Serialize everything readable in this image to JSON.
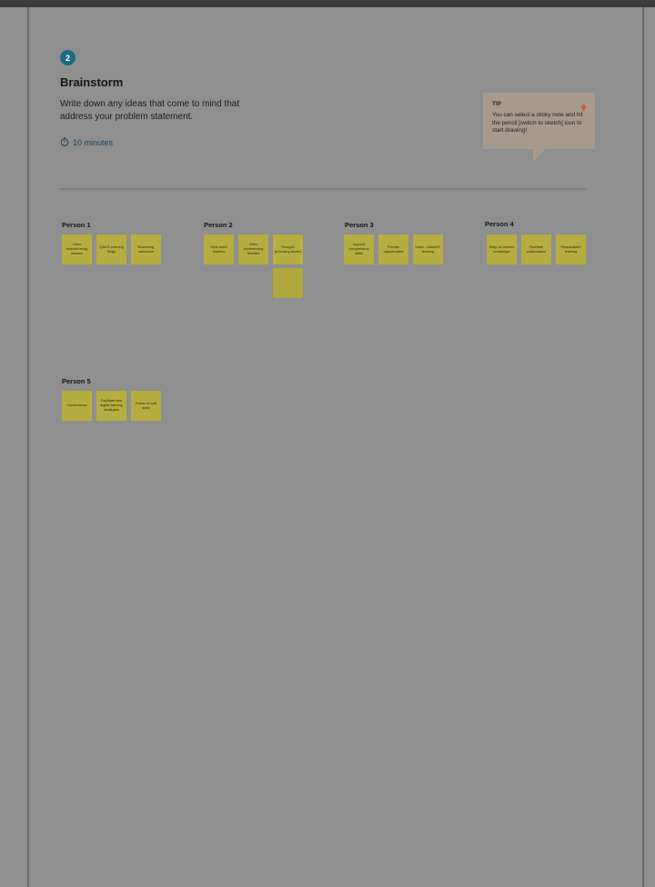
{
  "section": {
    "step_number": "2",
    "title": "Brainstorm",
    "subtitle": "Write down any ideas that come to mind that address your problem statement.",
    "timer": "10 minutes"
  },
  "tip": {
    "title": "TIP",
    "text": "You can select a sticky note and hit the pencil [switch to sketch] icon to start drawing!"
  },
  "persons": [
    {
      "label": "Person 1",
      "notes": [
        "Video brainstorming session",
        "Q&A E-learning blogs",
        "Branching scenarios"
      ]
    },
    {
      "label": "Person 2",
      "notes": [
        "Real world rhythms",
        "Video conferencing debates",
        "Thought-provoking stories",
        ""
      ]
    },
    {
      "label": "Person 3",
      "notes": [
        "Improve interpersonal skills",
        "Provide opportunities",
        "Video - based E-learning"
      ]
    },
    {
      "label": "Person 4",
      "notes": [
        "Deep on student knowledge",
        "Facilitate collaboration",
        "Personalized learning"
      ]
    },
    {
      "label": "Person 5",
      "notes": [
        "Convenience",
        "Facilitate new digital learning strategies",
        "Focus on soft skills"
      ]
    }
  ],
  "colors": {
    "badge": "#1b6a84",
    "sticky": "#b5ad3f",
    "tip_background": "#a69a8d",
    "overlay": "#8f8f8f"
  }
}
